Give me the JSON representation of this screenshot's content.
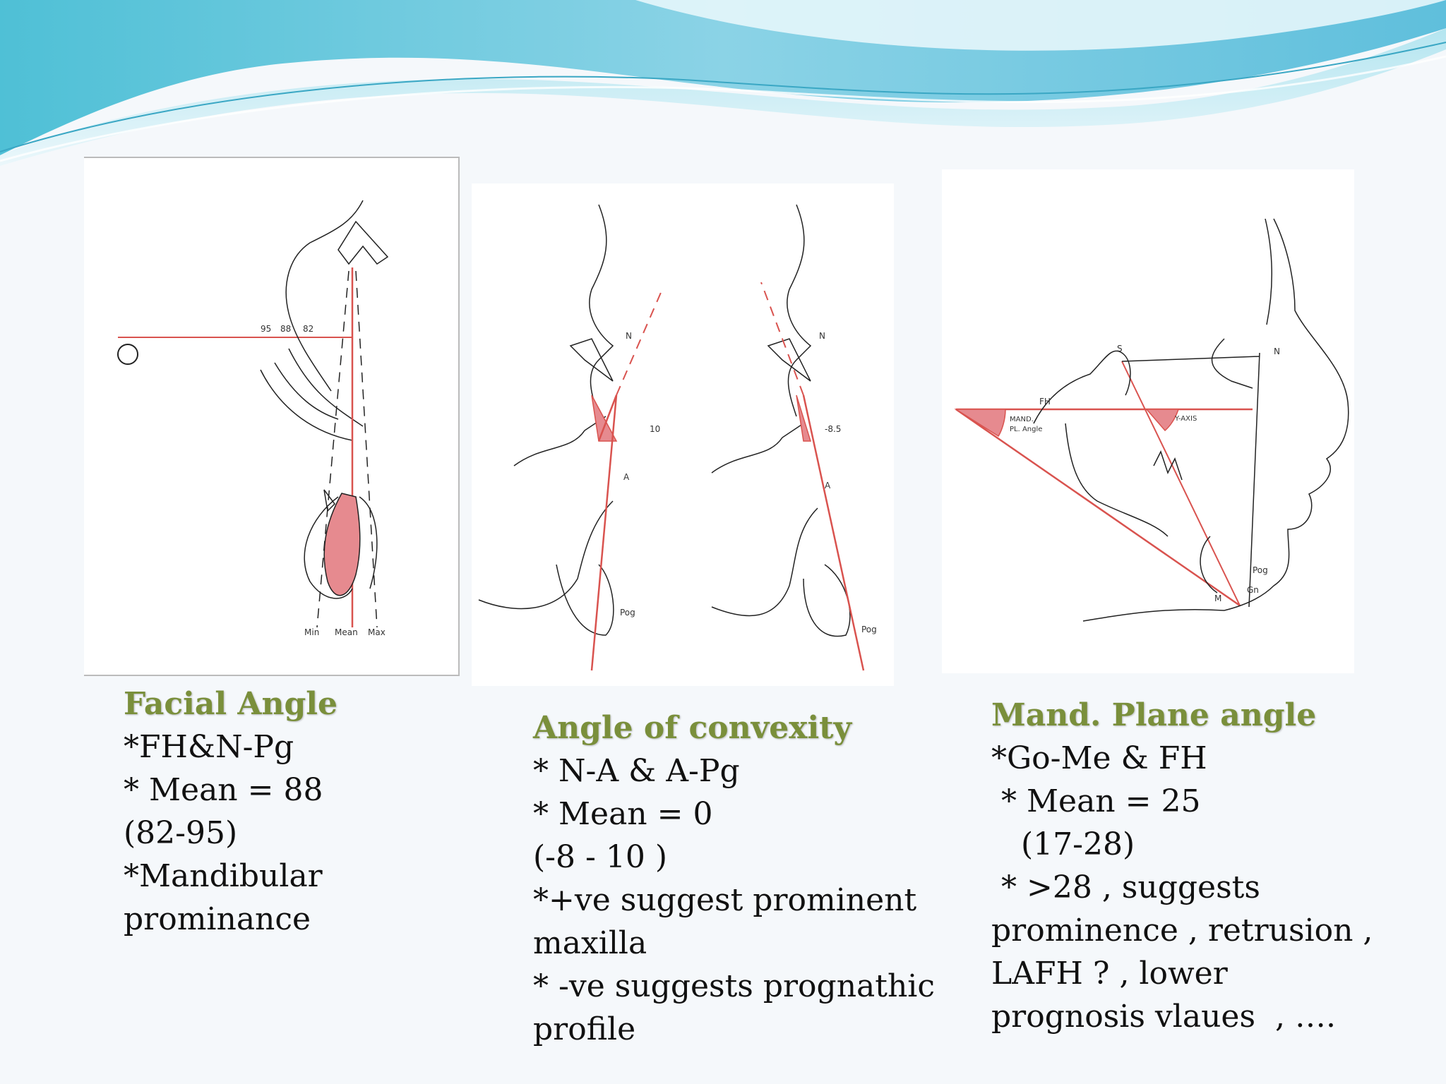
{
  "theme": {
    "accent": "#7a8f3b",
    "banner": "#5fc3d8",
    "highlight": "#e56b6f"
  },
  "figures": {
    "facial_angle": {
      "angle_labels": [
        "95",
        "88",
        "82"
      ],
      "bottom_labels": [
        "Min",
        "Mean",
        "Max"
      ]
    },
    "convexity": {
      "left": {
        "point_n": "N",
        "point_a": "A",
        "point_pog": "Pog",
        "value": "10"
      },
      "right": {
        "point_n": "N",
        "point_a": "A",
        "point_pog": "Pog",
        "value": "-8.5"
      }
    },
    "mand_plane": {
      "fh": "FH",
      "mand_label_1": "MAND.",
      "mand_label_2": "PL. Angle",
      "y_axis": "Y-AXIS",
      "s": "S",
      "n": "N",
      "pog": "Pog",
      "gn": "Gn",
      "m": "M"
    }
  },
  "captions": {
    "facial_angle": {
      "title": "Facial Angle",
      "lines": [
        "*FH&N-Pg",
        "* Mean = 88",
        "(82-95)",
        "*Mandibular",
        "prominance"
      ]
    },
    "convexity": {
      "title": "Angle of convexity",
      "lines": [
        "* N-A & A-Pg",
        "* Mean = 0",
        "(-8  - 10 )",
        "*+ve suggest prominent",
        "maxilla",
        "* -ve suggests prognathic",
        "profile"
      ]
    },
    "mand_plane": {
      "title": "Mand. Plane angle",
      "lines": [
        "*Go-Me & FH",
        " * Mean = 25",
        "   (17-28)",
        " * >28 , suggests",
        "prominence , retrusion ,",
        "LAFH ? , lower",
        "prognosis vlaues  , …."
      ]
    }
  }
}
